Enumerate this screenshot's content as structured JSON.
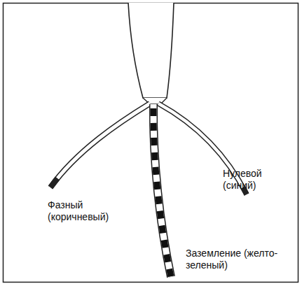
{
  "diagram": {
    "labels": [
      "Фазный (коричневый)",
      "Нулевой (синий)",
      "Заземление (желто-зеленый)"
    ]
  }
}
